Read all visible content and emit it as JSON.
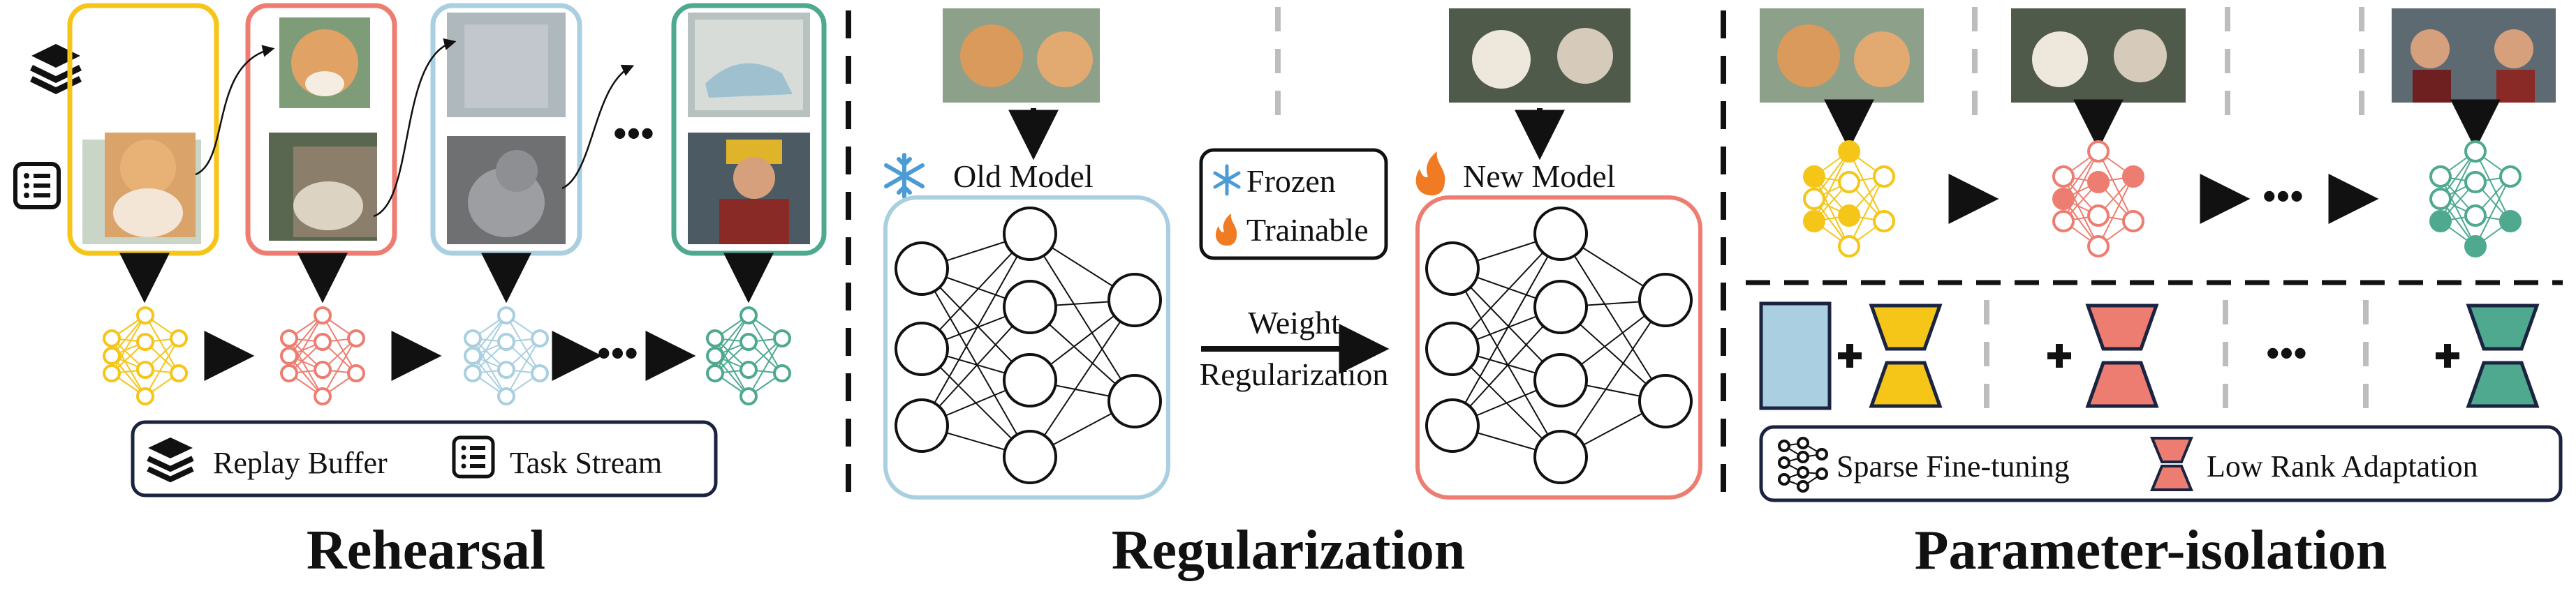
{
  "panels": {
    "rehearsal": {
      "title": "Rehearsal",
      "legend": {
        "replay_buffer": "Replay Buffer",
        "task_stream": "Task Stream"
      },
      "ellipsis": "•••"
    },
    "regularization": {
      "title": "Regularization",
      "old_model": "Old Model",
      "new_model": "New Model",
      "frozen": "Frozen",
      "trainable": "Trainable",
      "arrow_label_line1": "Weight",
      "arrow_label_line2": "Regularization"
    },
    "parameter_isolation": {
      "title": "Parameter-isolation",
      "legend": {
        "sparse": "Sparse Fine-tuning",
        "lora": "Low Rank Adaptation"
      },
      "ellipsis": "•••"
    }
  },
  "colors": {
    "yellow": "#f5c518",
    "red": "#ee7d71",
    "blue": "#a9cfe0",
    "green": "#4ea98f",
    "black": "#111111",
    "gray": "#bdbdbd"
  },
  "icons": [
    "layers-icon",
    "list-icon",
    "snowflake-icon",
    "flame-icon",
    "neural-network-icon",
    "hourglass-icon"
  ]
}
